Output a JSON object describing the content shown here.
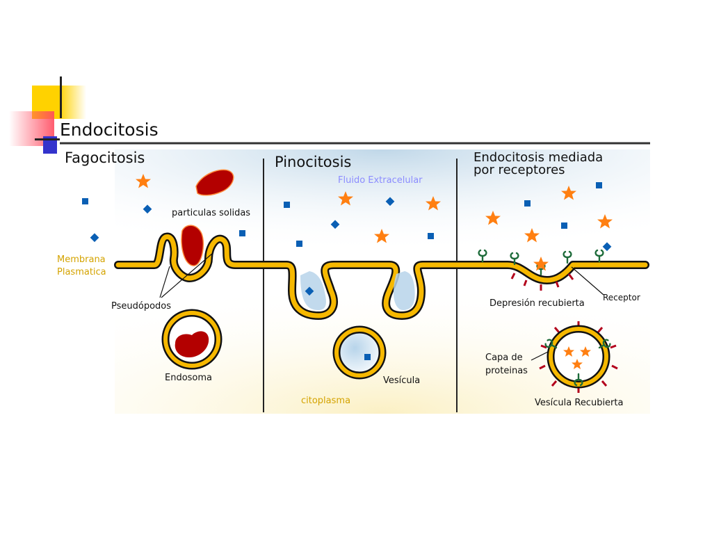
{
  "slide": {
    "title": "Endocitosis"
  },
  "panels": {
    "fagocitosis": {
      "heading": "Fagocitosis",
      "labels": {
        "particles": "particulas solidas",
        "membrane_line1": "Membrana",
        "membrane_line2": "Plasmatica",
        "pseudopods": "Pseudópodos",
        "endosome": "Endosoma"
      }
    },
    "pinocitosis": {
      "heading": "Pinocitosis",
      "labels": {
        "extracellular_fluid": "Fluido Extracelular",
        "vesicle": "Vesícula",
        "cytoplasm": "citoplasma"
      }
    },
    "receptores": {
      "heading_line1": "Endocitosis mediada",
      "heading_line2": "por receptores",
      "labels": {
        "coated_pit": "Depresión recubierta",
        "receptor": "Receptor",
        "protein_coat_line1": "Capa de",
        "protein_coat_line2": "proteinas",
        "coated_vesicle": "Vesícula Recubierta"
      }
    }
  },
  "colors": {
    "membrane_fill": "#f6b800",
    "membrane_stroke": "#000000",
    "particle": "#b30000",
    "star": "#ff7f11",
    "square": "#0a5fb4",
    "receptor": "#1d6b3a",
    "coat": "#b3001b",
    "label_gold": "#d4a300",
    "label_blue": "#8c8cff"
  }
}
